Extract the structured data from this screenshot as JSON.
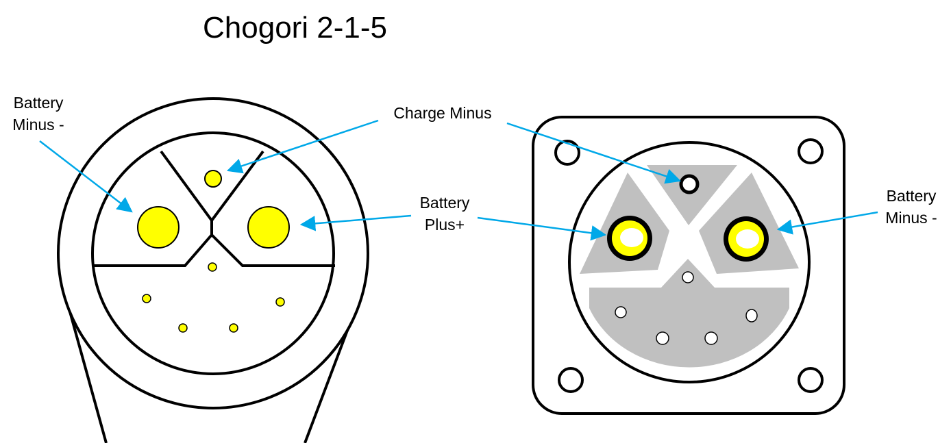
{
  "title": "Chogori 2-1-5",
  "labels": {
    "battery_minus_left_line1": "Battery",
    "battery_minus_left_line2": "Minus -",
    "charge_minus": "Charge Minus",
    "battery_plus_line1": "Battery",
    "battery_plus_line2": "Plus+",
    "battery_minus_right_line1": "Battery",
    "battery_minus_right_line2": "Minus -"
  },
  "colors": {
    "pin_yellow": "#ffff00",
    "insert_gray": "#c0c0c0",
    "arrow_blue": "#00a8e8",
    "outline": "#000000"
  }
}
